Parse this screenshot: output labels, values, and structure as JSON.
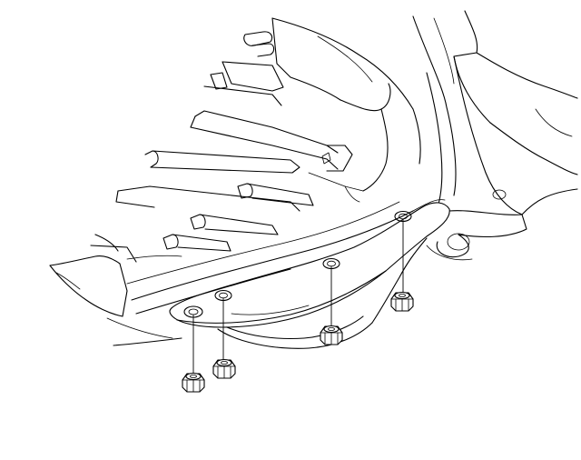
{
  "figure": {
    "parts": [
      {
        "id": "transmission-case",
        "icon": "transmission-case-outline"
      },
      {
        "id": "crossmember",
        "icon": "crossmember-bracket"
      },
      {
        "id": "body-frame",
        "icon": "vehicle-body-panel"
      }
    ],
    "bolt_holes": 4,
    "nuts": 4,
    "line_color": "#000000",
    "background": "#ffffff"
  }
}
